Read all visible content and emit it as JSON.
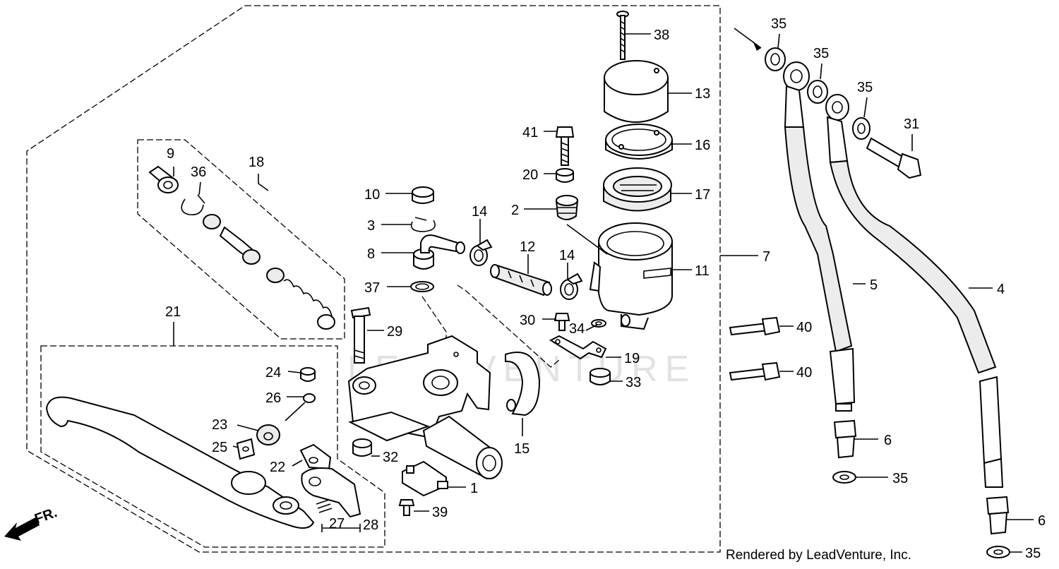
{
  "diagram": {
    "watermark": "LEADVENTURE",
    "direction_label": "FR.",
    "credit": "Rendered by LeadVenture, Inc.",
    "callouts": {
      "c1": "1",
      "c2": "2",
      "c3": "3",
      "c4": "4",
      "c5": "5",
      "c6a": "6",
      "c6b": "6",
      "c7": "7",
      "c8": "8",
      "c9": "9",
      "c10": "10",
      "c11": "11",
      "c12": "12",
      "c13": "13",
      "c14a": "14",
      "c14b": "14",
      "c15": "15",
      "c16": "16",
      "c17": "17",
      "c18": "18",
      "c19": "19",
      "c20": "20",
      "c21": "21",
      "c22": "22",
      "c23": "23",
      "c24": "24",
      "c25": "25",
      "c26": "26",
      "c27": "27",
      "c28": "28",
      "c29": "29",
      "c30": "30",
      "c31": "31",
      "c32": "32",
      "c33": "33",
      "c34": "34",
      "c35a": "35",
      "c35b": "35",
      "c35c": "35",
      "c35d": "35",
      "c35e": "35",
      "c36": "36",
      "c37": "37",
      "c38": "38",
      "c39": "39",
      "c40a": "40",
      "c40b": "40",
      "c41": "41"
    }
  }
}
